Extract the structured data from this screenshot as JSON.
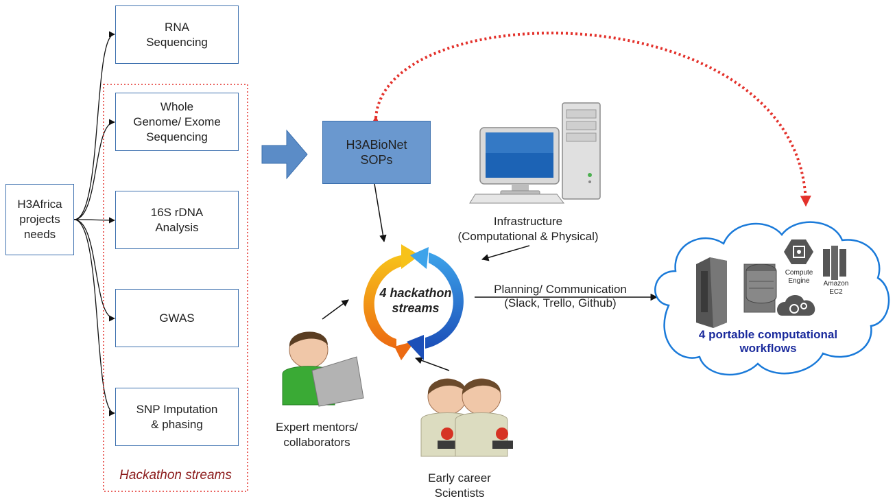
{
  "colors": {
    "box_border": "#3b6fae",
    "sop_fill": "#6a98cf",
    "dashed_red": "#e3312b",
    "hackathon_label": "#8b1a1a",
    "cloud_text": "#1a2a9c",
    "arrow_blue": "#5b8cc7",
    "cycle_orange": "#f28f1c",
    "cycle_blue": "#1f6fd1"
  },
  "left_box": {
    "label": "H3Africa\nprojects\nneeds"
  },
  "streams": [
    {
      "label": "RNA\nSequencing"
    },
    {
      "label": "Whole\nGenome/ Exome\nSequencing"
    },
    {
      "label": "16S rDNA\nAnalysis"
    },
    {
      "label": "GWAS"
    },
    {
      "label": "SNP Imputation\n& phasing"
    }
  ],
  "streams_group_label": "Hackathon streams",
  "sop_box": {
    "label": "H3ABioNet\nSOPs"
  },
  "infrastructure": {
    "label": "Infrastructure\n(Computational & Physical)",
    "icon": "desktop-computer-icon"
  },
  "cycle": {
    "label": "4  hackathon\nstreams",
    "icon": "cycle-arrows-icon"
  },
  "planning": {
    "label": "Planning/ Communication\n(Slack, Trello, Github)"
  },
  "mentors": {
    "label": "Expert  mentors/\ncollaborators",
    "icon": "person-laptop-icon"
  },
  "scientists": {
    "label": "Early career\nScientists",
    "icon": "students-icon"
  },
  "cloud": {
    "label": "4 portable computational\nworkflows",
    "compute_engine_label": "Compute\nEngine",
    "amazon_label": "Amazon\nEC2",
    "icons": [
      "server-icon",
      "database-icon",
      "compute-engine-icon",
      "amazon-ec2-icon",
      "gears-cloud-icon"
    ]
  }
}
